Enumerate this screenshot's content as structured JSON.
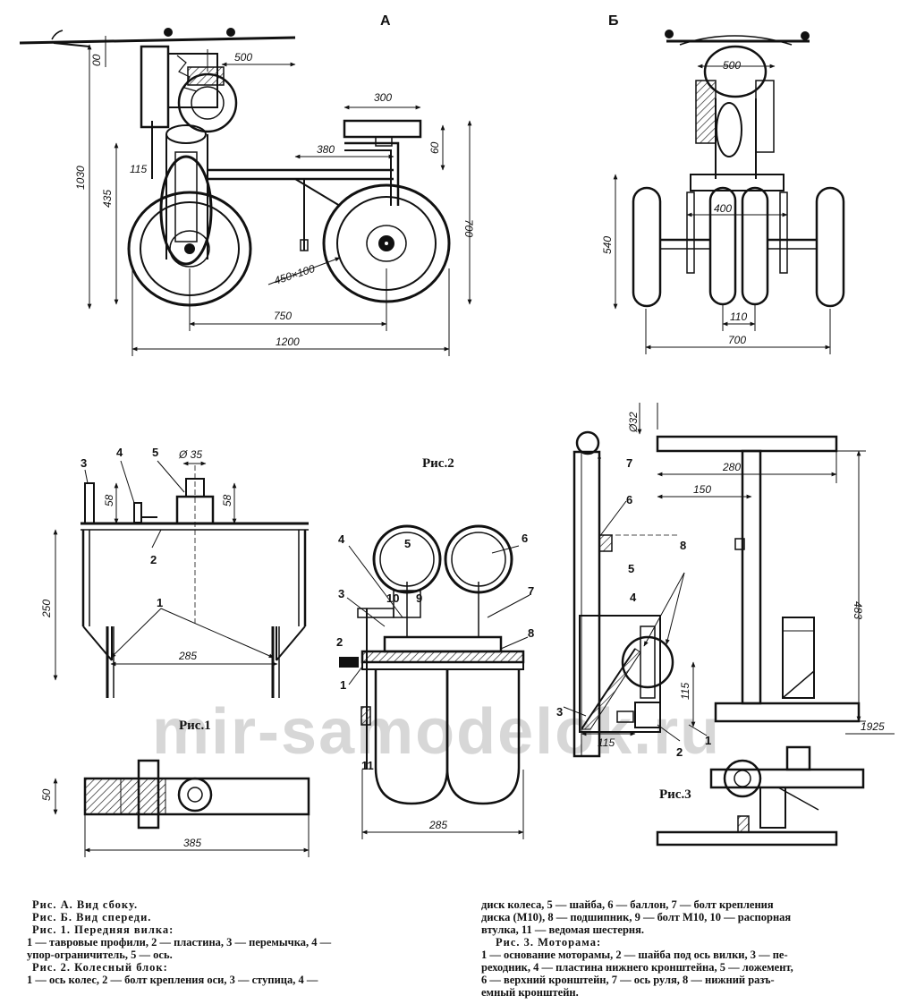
{
  "views": {
    "A": {
      "title": "А",
      "dims": [
        "00",
        "500",
        "300",
        "380",
        "60",
        "1030",
        "115",
        "435",
        "700",
        "450×100",
        "750",
        "1200"
      ]
    },
    "B": {
      "title": "Б",
      "dims": [
        "500",
        "400",
        "540",
        "110",
        "700"
      ]
    }
  },
  "fig1": {
    "title": "Рис.1",
    "dims": [
      "Ø 35",
      "58",
      "58",
      "250",
      "285",
      "50",
      "385"
    ],
    "callouts": [
      "3",
      "4",
      "5",
      "2",
      "1"
    ]
  },
  "fig2": {
    "title": "Рис.2",
    "dims": [
      "285"
    ],
    "callouts": [
      "4",
      "5",
      "6",
      "3",
      "10",
      "9",
      "7",
      "8",
      "2",
      "1",
      "11"
    ]
  },
  "fig3": {
    "title": "Рис.3",
    "dims": [
      "Ø32",
      "280",
      "150",
      "483",
      "115",
      "115",
      "1925"
    ],
    "callouts": [
      "7",
      "6",
      "5",
      "8",
      "4",
      "3",
      "2",
      "1"
    ]
  },
  "watermark": "mir-samodelok.ru",
  "captions": {
    "left": [
      "Рис. А. Вид сбоку.",
      "Рис. Б. Вид спереди.",
      "Рис. 1. Передняя вилка:",
      "1 — тавровые профили, 2 — пластина, 3 — перемычка, 4 —",
      "упор-ограничитель, 5 — ось.",
      "Рис. 2. Колесный блок:",
      "1 — ось колес, 2 — болт крепления оси, 3 — ступица, 4 —"
    ],
    "right": [
      "диск колеса, 5 — шайба, 6 — баллон, 7 — болт крепления",
      "диска (М10), 8 — подшипник, 9 — болт М10, 10 — распорная",
      "втулка, 11 — ведомая шестерня.",
      "Рис. 3. Моторама:",
      "1 — основание моторамы, 2 — шайба под ось вилки, 3 — пе-",
      "реходник, 4 — пластина нижнего кронштейна, 5 — ложемент,",
      "6 — верхний кронштейн, 7 — ось руля, 8 — нижний разъ-",
      "емный кронштейн."
    ]
  }
}
